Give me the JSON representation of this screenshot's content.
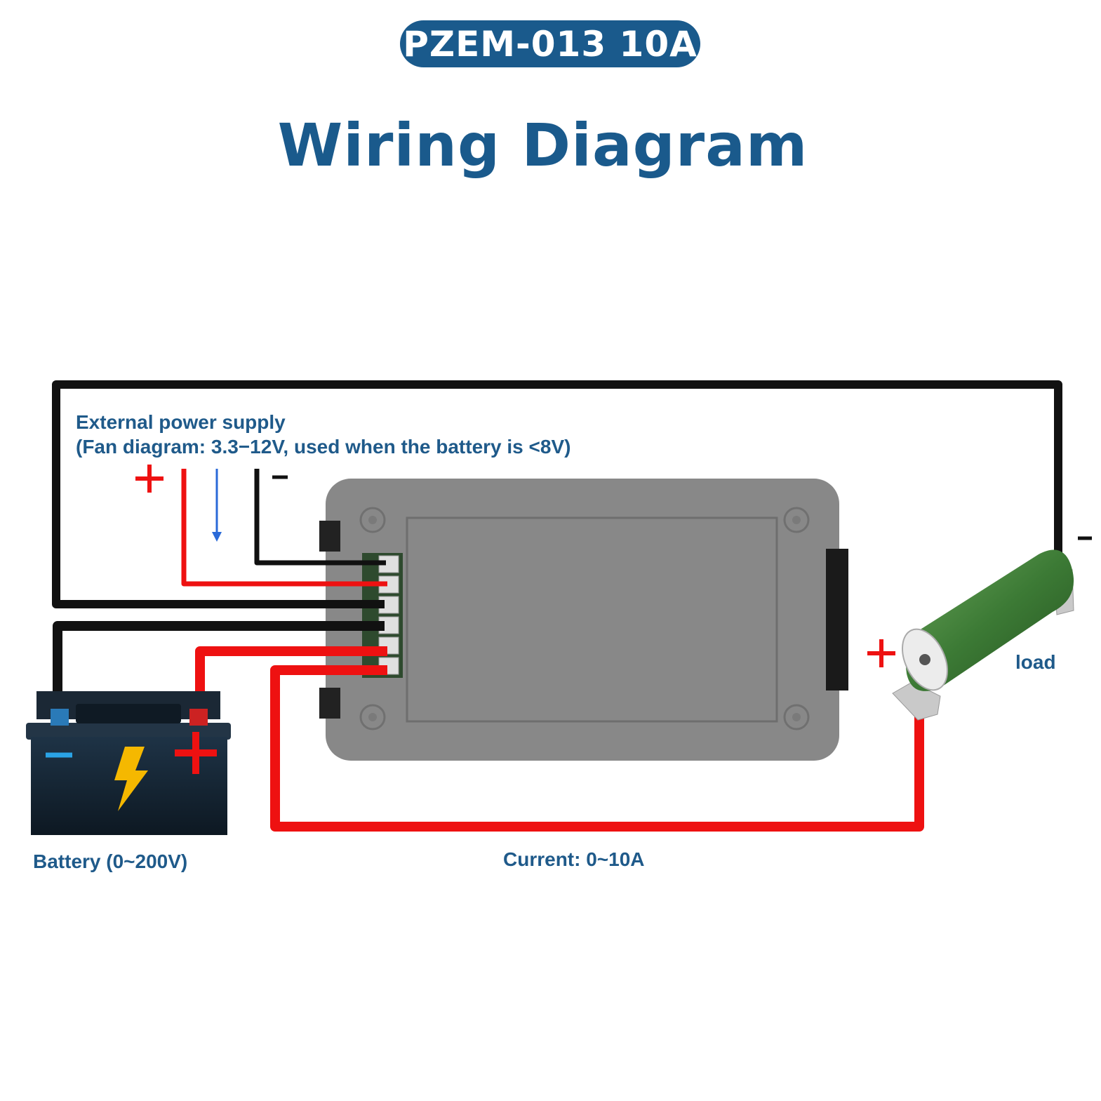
{
  "header": {
    "badge": "PZEM-013 10A",
    "title": "Wiring Diagram"
  },
  "labels": {
    "external_supply_line1": "External power supply",
    "external_supply_line2": "(Fan diagram: 3.3−12V, used when the battery is <8V)",
    "battery": "Battery (0~200V)",
    "current": "Current: 0~10A",
    "load": "load"
  },
  "colors": {
    "brand_blue": "#1a5a8c",
    "wire_red": "#ee1111",
    "wire_black": "#111111",
    "module_gray": "#888888",
    "resistor_green": "#3c7a35"
  },
  "icons": [
    "lightning-bolt-icon",
    "plus-sign-icon",
    "minus-sign-icon",
    "down-arrow-icon"
  ]
}
